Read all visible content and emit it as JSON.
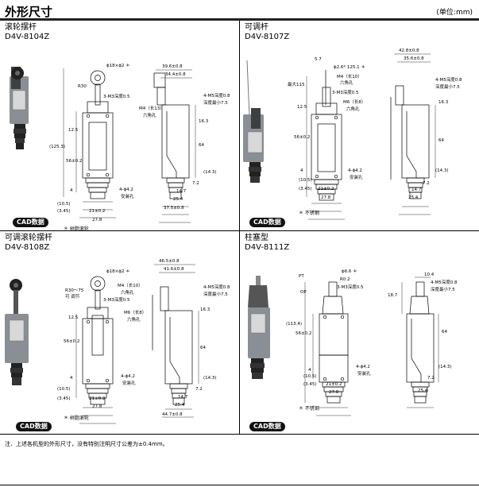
{
  "header": {
    "title": "外形尺寸",
    "unit": "(单位:mm)"
  },
  "panels": [
    {
      "title": "滚轮摆杆",
      "model": "D4V-8104Z",
      "cad_label": "CAD数据",
      "note": "＊ 树脂滚轮",
      "dims": {
        "roller": "ϕ18×ϕ2 ＊",
        "radius": "R30",
        "screw": "3-M3深度0.5",
        "m4": "M4（长13）",
        "hex": "六角孔",
        "height_total": "(125.3)",
        "h_12_5": "12.5",
        "h_56": "56±0.2",
        "h_4": "4",
        "h_10_5": "(10.5)",
        "h_3_45": "(3.45)",
        "w_21": "21±0.2",
        "w_27_8": "27.8",
        "holes": "4-ϕ4.2",
        "holes_label": "安装孔",
        "s_39_6": "39.6±0.8",
        "s_34_4": "34.4±0.8",
        "s_m5": "4-M5深度0.8",
        "s_depth": "深度最小7.5",
        "s_16_3": "16.3",
        "s_64": "64",
        "s_14_3": "(14.3)",
        "s_7_2": "7.2",
        "s_14_7": "14.7",
        "s_25_4": "25.4",
        "s_37_5": "37.5±0.8"
      }
    },
    {
      "title": "可调杆",
      "model": "D4V-8107Z",
      "cad_label": "CAD数据",
      "note": "＊ 不锈钢",
      "dims": {
        "top_5_7": "5.7",
        "rod": "ϕ2.6* 125.1 ＊",
        "max": "最大115",
        "m4": "M4（长10）",
        "hex": "六角孔",
        "screw": "3-M3深度0.5",
        "m6": "M6（长8）",
        "hex2": "六角孔",
        "h_12_5": "12.5",
        "h_56": "56±0.2",
        "h_4": "4",
        "h_10_5": "(10.5)",
        "h_3_45": "(3.45)",
        "w_21": "21±0.2",
        "w_27_8": "27.8",
        "holes": "4-ϕ4.2",
        "holes_label": "安装孔",
        "s_42_8": "42.8±0.8",
        "s_35_6": "35.6±0.8",
        "s_m5": "4-M5深度0.8",
        "s_depth": "深度最小7.5",
        "s_16_3": "16.3",
        "s_64": "64",
        "s_14_3": "(14.3)",
        "s_7_2": "7.2",
        "s_14_7": "14.7",
        "s_25_4": "25.4"
      }
    },
    {
      "title": "可调滚轮摆杆",
      "model": "D4V-8108Z",
      "cad_label": "CAD数据",
      "note": "＊ 树脂滚轮",
      "dims": {
        "roller": "ϕ18×ϕ2 ＊",
        "radius": "R30～75",
        "adjust": "可 调节",
        "m4": "M4（长10）",
        "hex": "六角孔",
        "screw": "3-M3深度0.5",
        "m6": "M6（长8）",
        "hex2": "六角孔",
        "h_12_5": "12.5",
        "h_56": "56±0.2",
        "h_4": "4",
        "h_10_5": "(10.5)",
        "h_3_45": "(3.45)",
        "w_21": "21±0.2",
        "w_27_8": "27.8",
        "holes": "4-ϕ4.2",
        "holes_label": "安装孔",
        "s_46_5": "46.5±0.8",
        "s_41_6": "41.6±0.8",
        "s_m5": "4-M5深度0.8",
        "s_depth": "深度最小7.5",
        "s_16_3": "16.3",
        "s_64": "64",
        "s_14_3": "(14.3)",
        "s_7_2": "7.2",
        "s_14_7": "14.7",
        "s_25_4": "25.4",
        "s_44_7": "44.7±0.8"
      }
    },
    {
      "title": "柱塞型",
      "model": "D4V-8111Z",
      "cad_label": "CAD数据",
      "note": "＊ 不锈钢",
      "dims": {
        "pt": "PT",
        "op": "OP",
        "plunger": "ϕ6.6 ＊",
        "r": "R0.2",
        "screw": "3-M3深度0.5",
        "height_total": "(113.4)",
        "h_56": "56±0.2",
        "h_4": "4",
        "h_10_5": "(10.5)",
        "h_3_45": "(3.45)",
        "w_21": "21±0.2",
        "w_27_8": "27.8",
        "holes": "4-ϕ4.2",
        "holes_label": "安装孔",
        "s_10_4": "10.4",
        "s_18_7": "18.7",
        "s_m5": "4-M5深度0.8",
        "s_depth": "深度最小7.5",
        "s_64": "64",
        "s_14_3": "(14.3)",
        "s_7_2": "7.2",
        "s_25_4": "25.4"
      }
    }
  ],
  "footnote": "注．上述各机型的外形尺寸，没有特别注明尺寸公差为±0.4mm。"
}
